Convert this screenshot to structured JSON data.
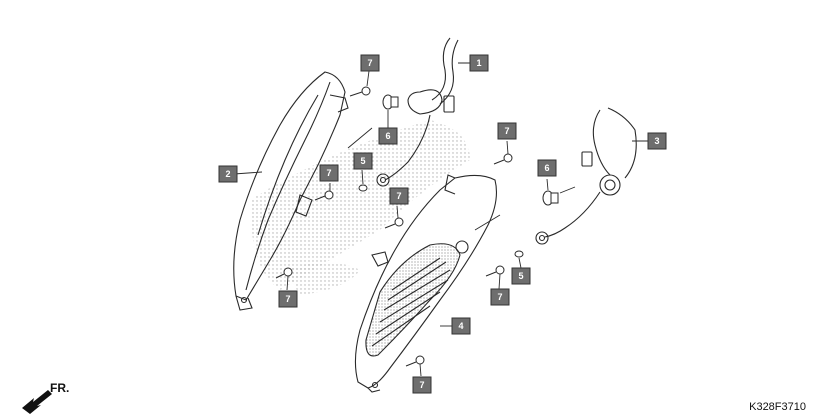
{
  "diagram": {
    "drawing_code": "K328F3710",
    "direction_label": "FR.",
    "callouts": [
      {
        "id": "c1",
        "label": "1"
      },
      {
        "id": "c2",
        "label": "2"
      },
      {
        "id": "c3",
        "label": "3"
      },
      {
        "id": "c4",
        "label": "4"
      },
      {
        "id": "c5a",
        "label": "5"
      },
      {
        "id": "c5b",
        "label": "5"
      },
      {
        "id": "c6a",
        "label": "6"
      },
      {
        "id": "c6b",
        "label": "6"
      },
      {
        "id": "c7a",
        "label": "7"
      },
      {
        "id": "c7b",
        "label": "7"
      },
      {
        "id": "c7c",
        "label": "7"
      },
      {
        "id": "c7d",
        "label": "7"
      },
      {
        "id": "c7e",
        "label": "7"
      },
      {
        "id": "c7f",
        "label": "7"
      },
      {
        "id": "c7g",
        "label": "7"
      }
    ],
    "colors": {
      "line": "#2a2a2a",
      "callout_fill": "#6e6e6e",
      "callout_border": "#333333",
      "stipple": "#9a9a9a"
    }
  }
}
